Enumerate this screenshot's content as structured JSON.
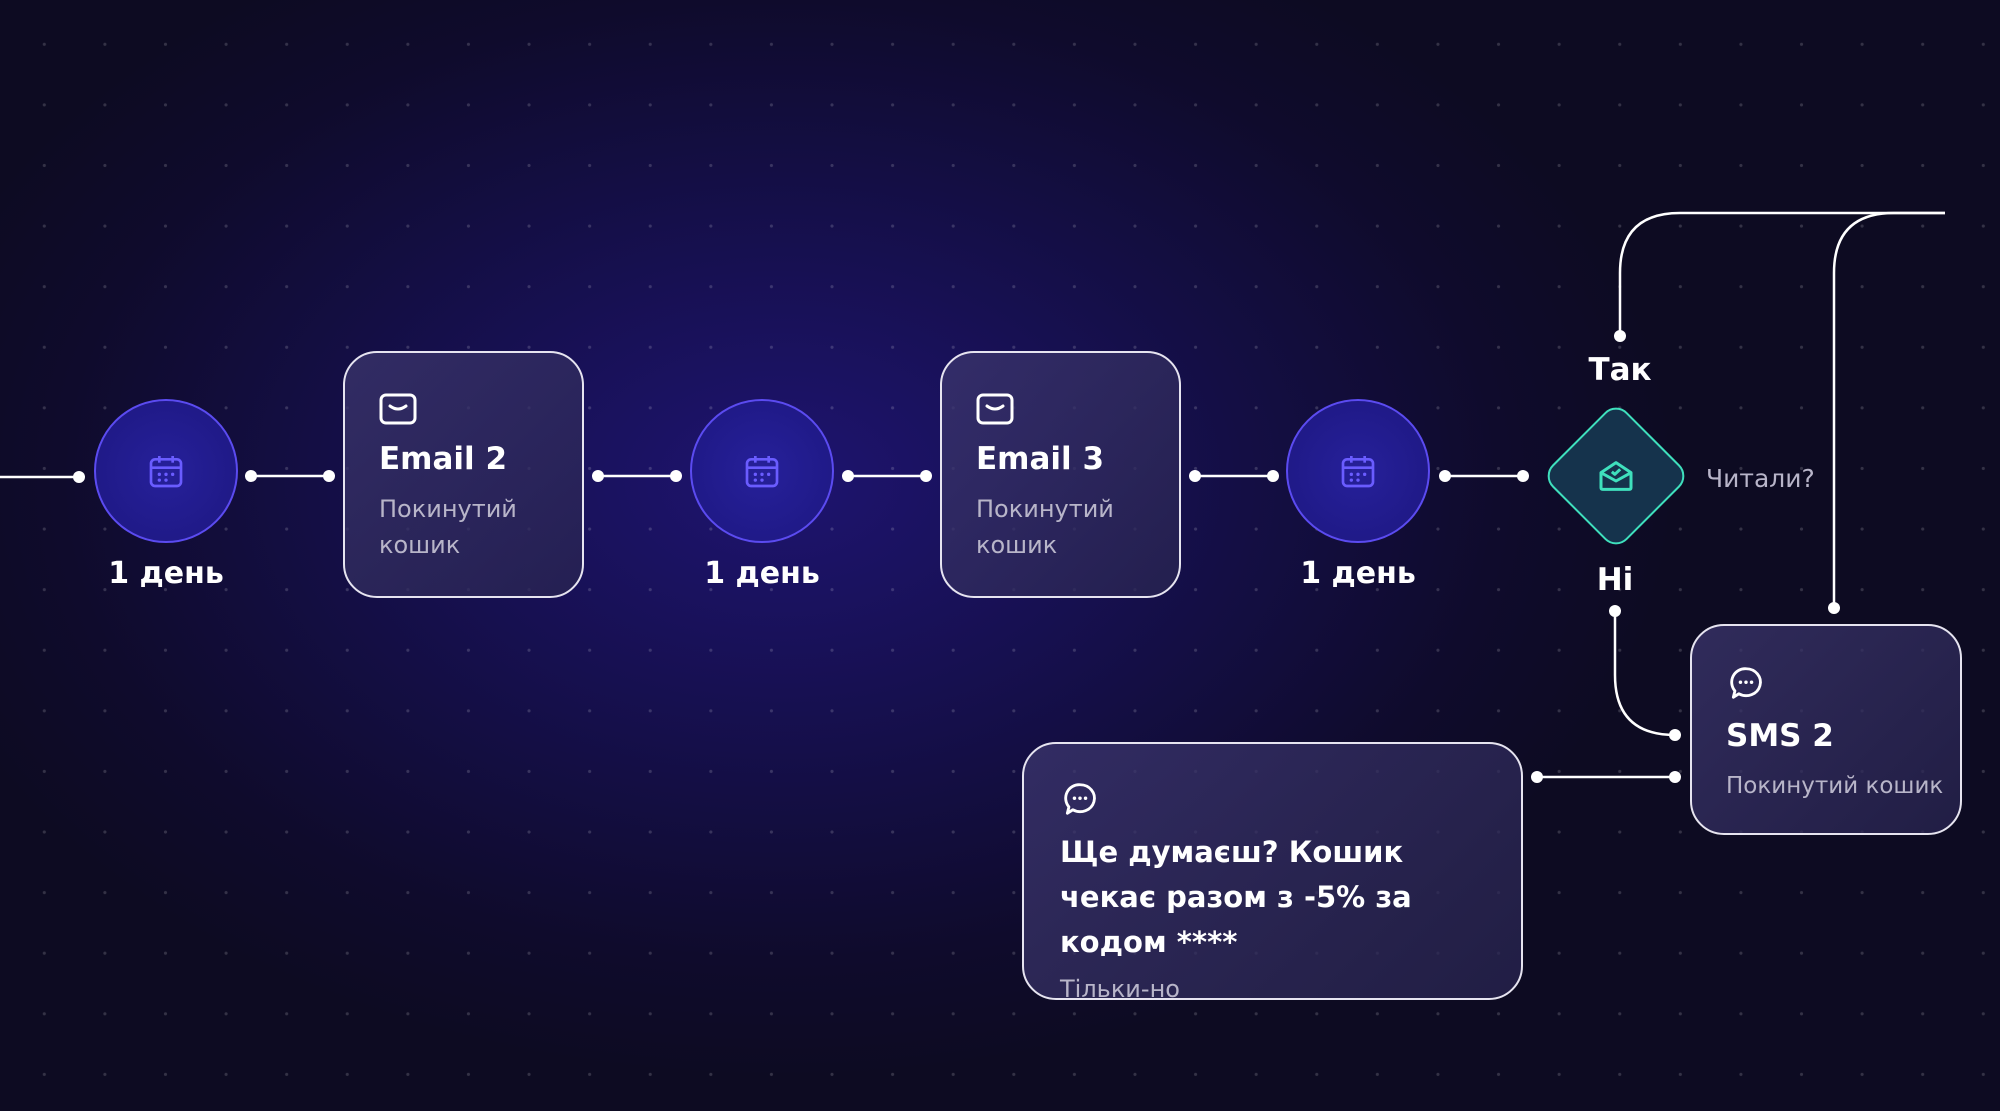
{
  "delays": [
    {
      "label": "1 день"
    },
    {
      "label": "1 день"
    },
    {
      "label": "1 день"
    }
  ],
  "emails": [
    {
      "title": "Email 2",
      "subtitle": "Покинутий кошик"
    },
    {
      "title": "Email 3",
      "subtitle": "Покинутий кошик"
    }
  ],
  "condition": {
    "question": "Читали?",
    "yes": "Так",
    "no": "Ні"
  },
  "sms": {
    "title": "SMS 2",
    "subtitle": "Покинутий кошик"
  },
  "message": {
    "text": "Ще думаєш? Кошик чекає разом з -5% за кодом ****",
    "time": "Тільки-но"
  },
  "colors": {
    "accent": "#5b4bf0",
    "condition": "#3fe0bd"
  }
}
